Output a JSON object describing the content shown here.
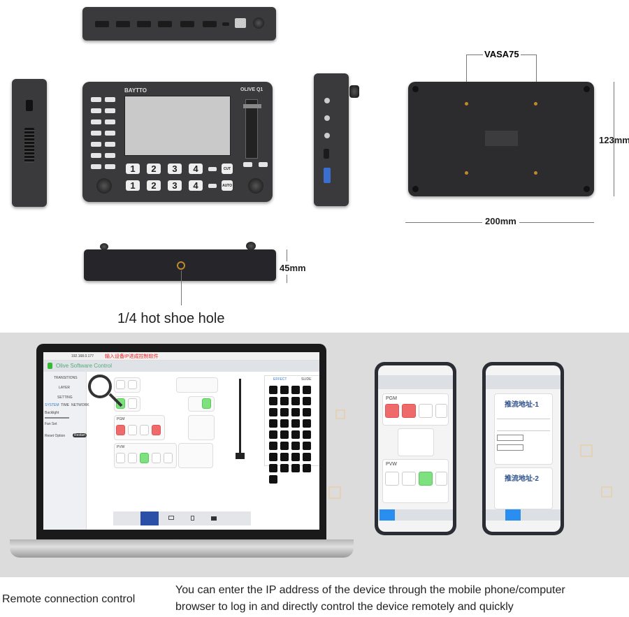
{
  "device": {
    "brand": "BAYTTO",
    "model": "OLIVE Q1",
    "pgm_buttons": [
      "1",
      "2",
      "3",
      "4"
    ],
    "pvw_buttons": [
      "1",
      "2",
      "3",
      "4"
    ],
    "cut_label": "CUT",
    "auto_label": "AUTO"
  },
  "dimensions": {
    "vesa": "VASA75",
    "height": "123mm",
    "width": "200mm",
    "depth": "45mm",
    "hot_shoe": "1/4 hot shoe hole"
  },
  "laptop": {
    "address": "192.168.0.177",
    "hint": "输入设备IP进成控制软件",
    "app_title": "Olive Software Control",
    "sidebar": [
      "TRANSITIONS",
      "LAYER",
      "SETTING"
    ],
    "setting_tabs": [
      "SYSTEM",
      "TIME",
      "NETWORK"
    ],
    "backlight_label": "Backlight",
    "fan_label": "Fan Set",
    "reset_label": "Reset Option",
    "restart_label": "Restart",
    "pgm_label": "PGM",
    "pvw_label": "PVW",
    "effect_tabs": [
      "EFFECT",
      "SLIDE"
    ]
  },
  "phone1": {
    "pgm_label": "PGM",
    "pvw_label": "PVW"
  },
  "phone2": {
    "stream1": "推流地址-1",
    "stream2": "推流地址-2"
  },
  "caption": {
    "title": "Remote connection control",
    "line1": "You can enter the IP address of the device through the mobile phone/computer",
    "line2": "browser to log in and directly control the device remotely and quickly"
  }
}
